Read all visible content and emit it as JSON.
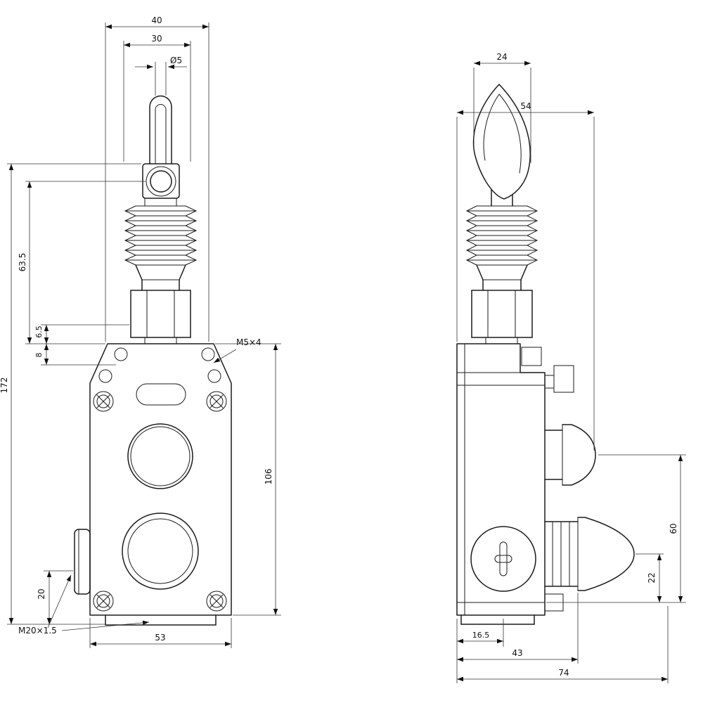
{
  "front_view": {
    "dims": {
      "width_outer": "40",
      "width_inner": "30",
      "rope_dia": "Ø5",
      "eyelet_height": "63.5",
      "hex_gap": "6.5",
      "hole_offset": "8",
      "total_height": "172",
      "gland_height": "20",
      "gland_thread": "M20×1.5",
      "body_width": "53",
      "mount_thread": "M5×4",
      "body_height": "106"
    }
  },
  "side_view": {
    "dims": {
      "lever_width": "24",
      "head_depth": "54",
      "plunger_height": "60",
      "plunger_tip_height": "22",
      "axis_offset": "16.5",
      "mid_depth": "43",
      "total_depth": "74"
    }
  }
}
